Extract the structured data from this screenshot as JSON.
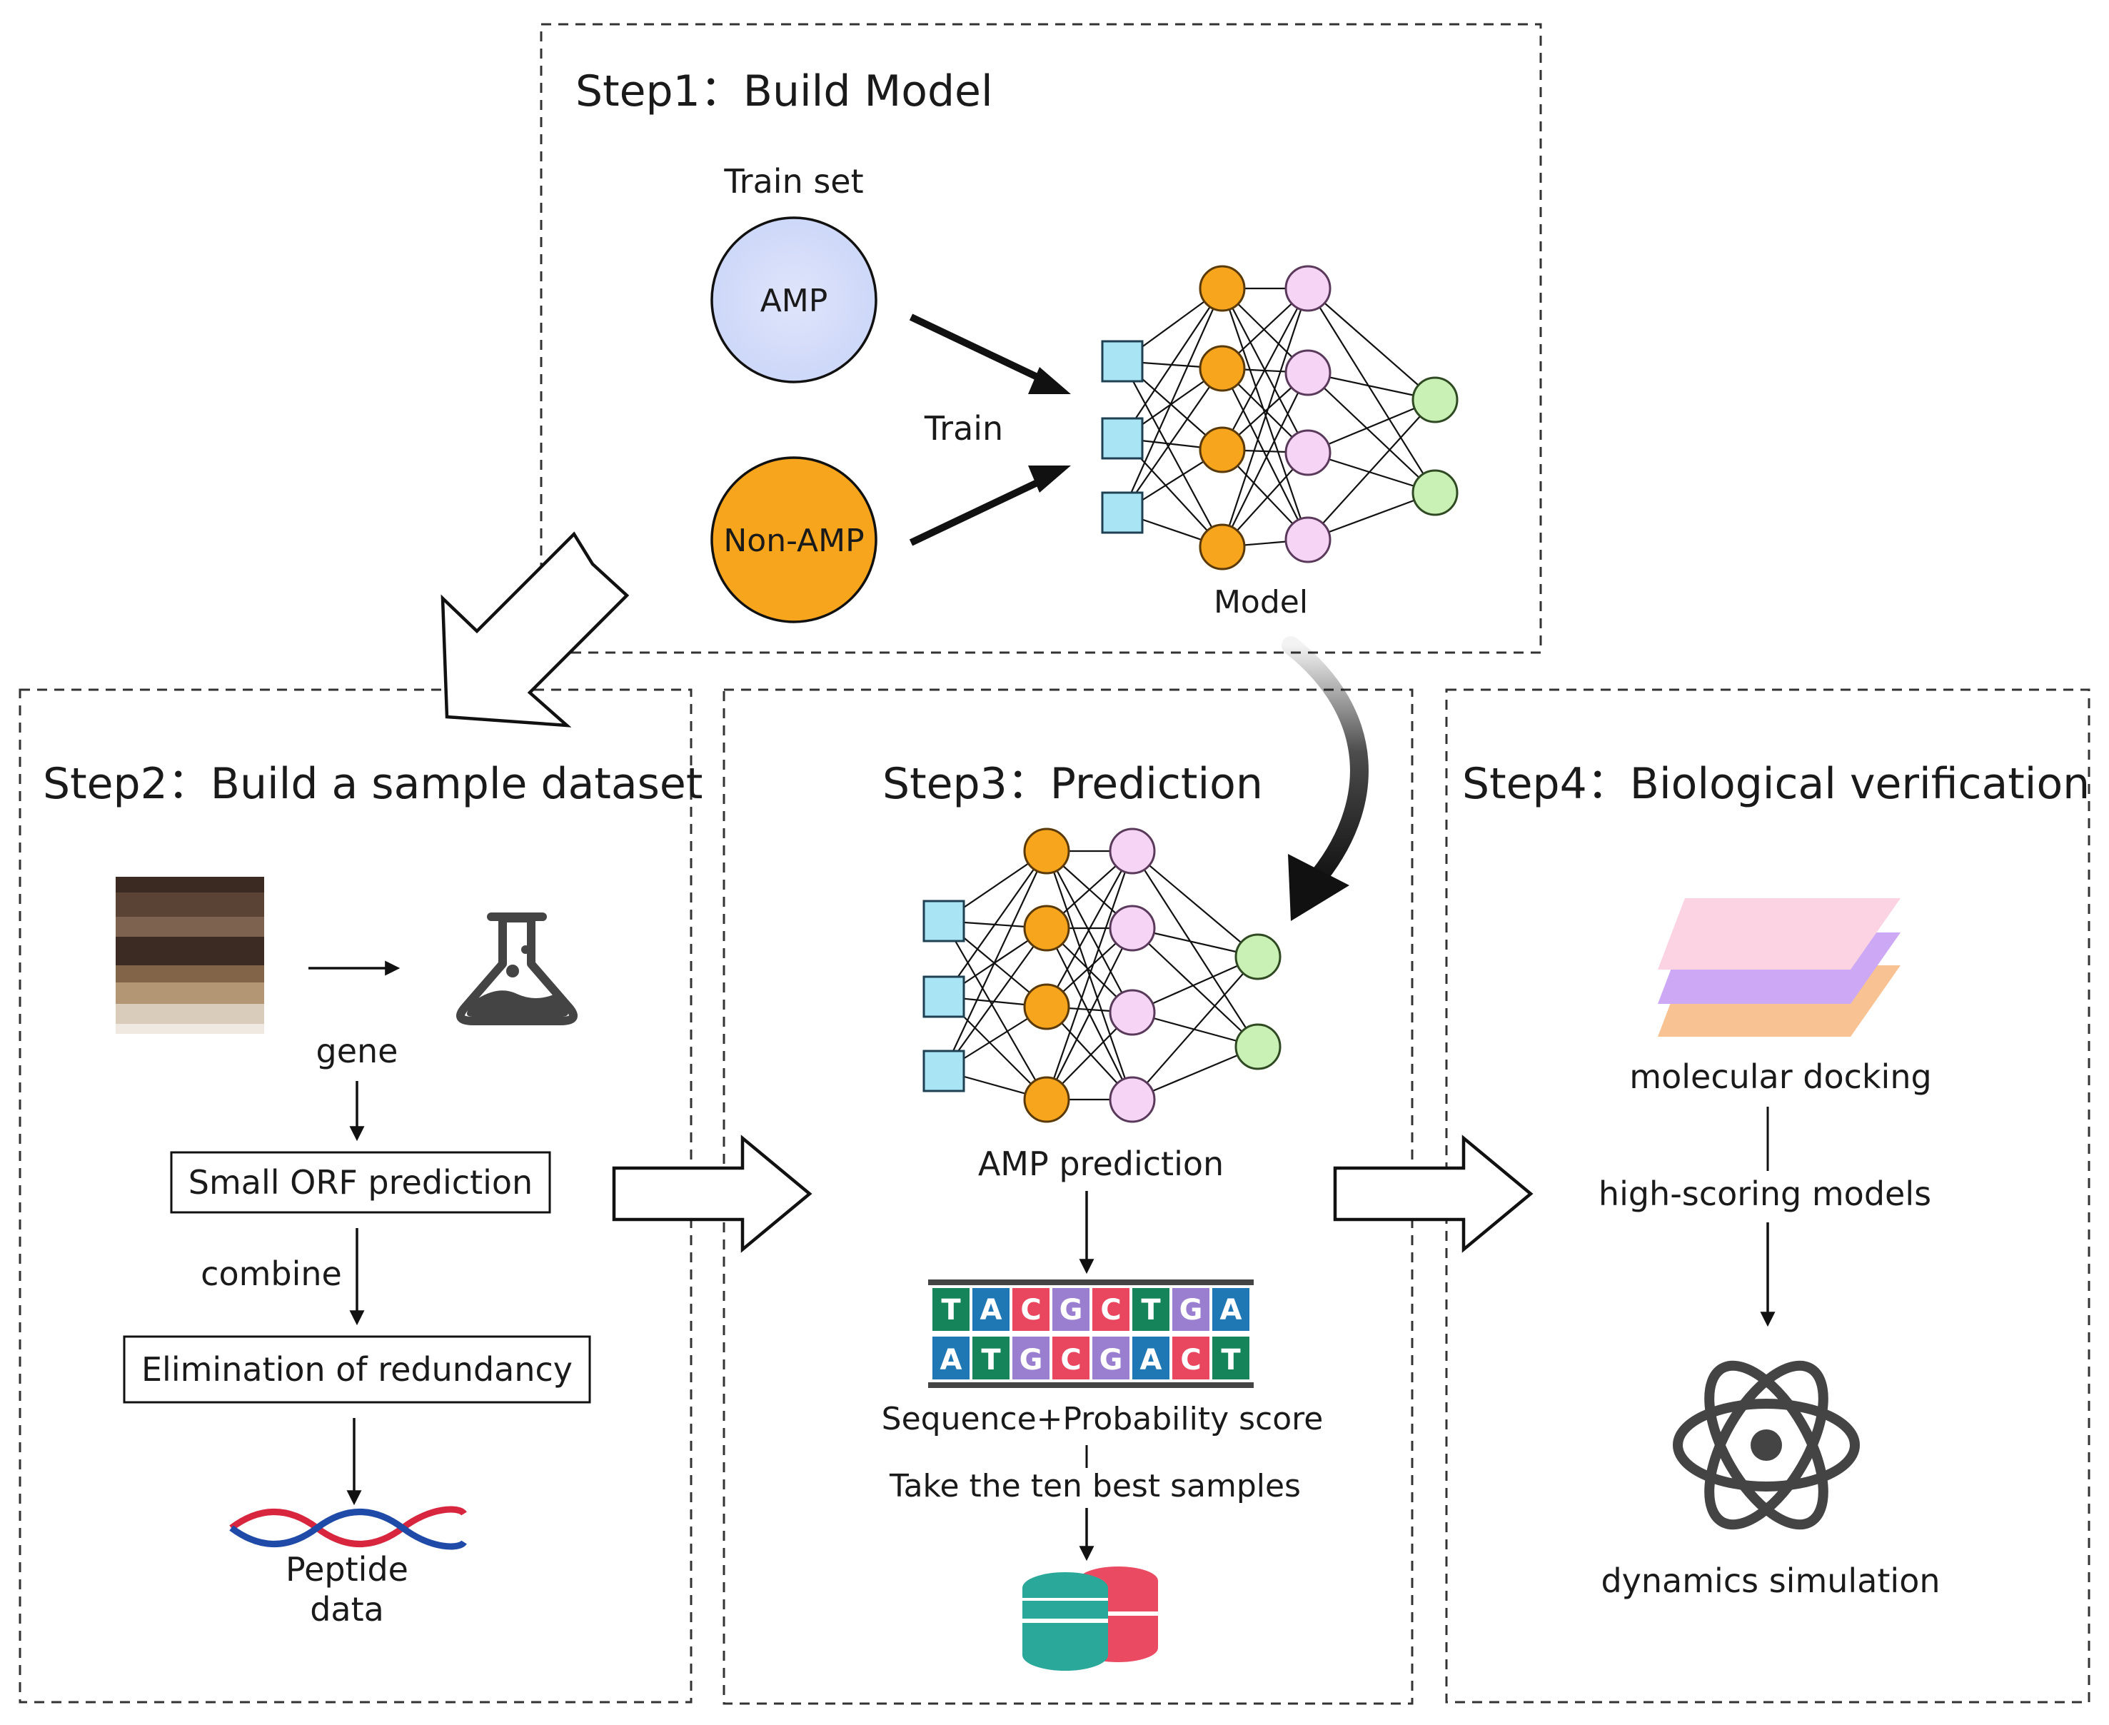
{
  "steps": {
    "step1": {
      "title": "Step1：Build Model",
      "train_set": "Train set",
      "amp": "AMP",
      "non_amp": "Non-AMP",
      "train": "Train",
      "model": "Model"
    },
    "step2": {
      "title": "Step2：Build a sample dataset",
      "gene": "gene",
      "orf": "Small ORF prediction",
      "combine": "combine",
      "redundancy": "Elimination of redundancy",
      "peptide": "Peptide",
      "data": "data"
    },
    "step3": {
      "title": "Step3：Prediction",
      "amp_prediction": "AMP prediction",
      "seq_score": "Sequence+Probability score",
      "best": "Take the ten best samples",
      "top_bases": [
        "T",
        "A",
        "C",
        "G",
        "C",
        "T",
        "G",
        "A"
      ],
      "bottom_bases": [
        "A",
        "T",
        "G",
        "C",
        "G",
        "A",
        "C",
        "T"
      ]
    },
    "step4": {
      "title": "Step4：Biological verification",
      "docking": "molecular docking",
      "high_scoring": "high-scoring models",
      "dynamics": "dynamics simulation"
    }
  },
  "colors": {
    "amp_circle": "#d4dcfa",
    "non_amp_circle": "#f7a51c",
    "input_node": "#a8e4f3",
    "hidden1_node": "#f7a51c",
    "hidden2_node": "#f5d4f5",
    "output_node": "#c9f0b5",
    "base_T": "#15845a",
    "base_A": "#1f77b4",
    "base_C": "#e8475f",
    "base_G": "#9a7fd1",
    "layer_pink": "#fbd3e2",
    "layer_purple": "#cda9f5",
    "layer_orange": "#f9c293",
    "database_teal": "#2aa89a",
    "database_red": "#ea4a62"
  },
  "icons": [
    "soil-layers-icon",
    "flask-icon",
    "dna-helix-icon",
    "dna-strand-icon",
    "database-icon",
    "stacked-layers-icon",
    "atom-icon"
  ]
}
